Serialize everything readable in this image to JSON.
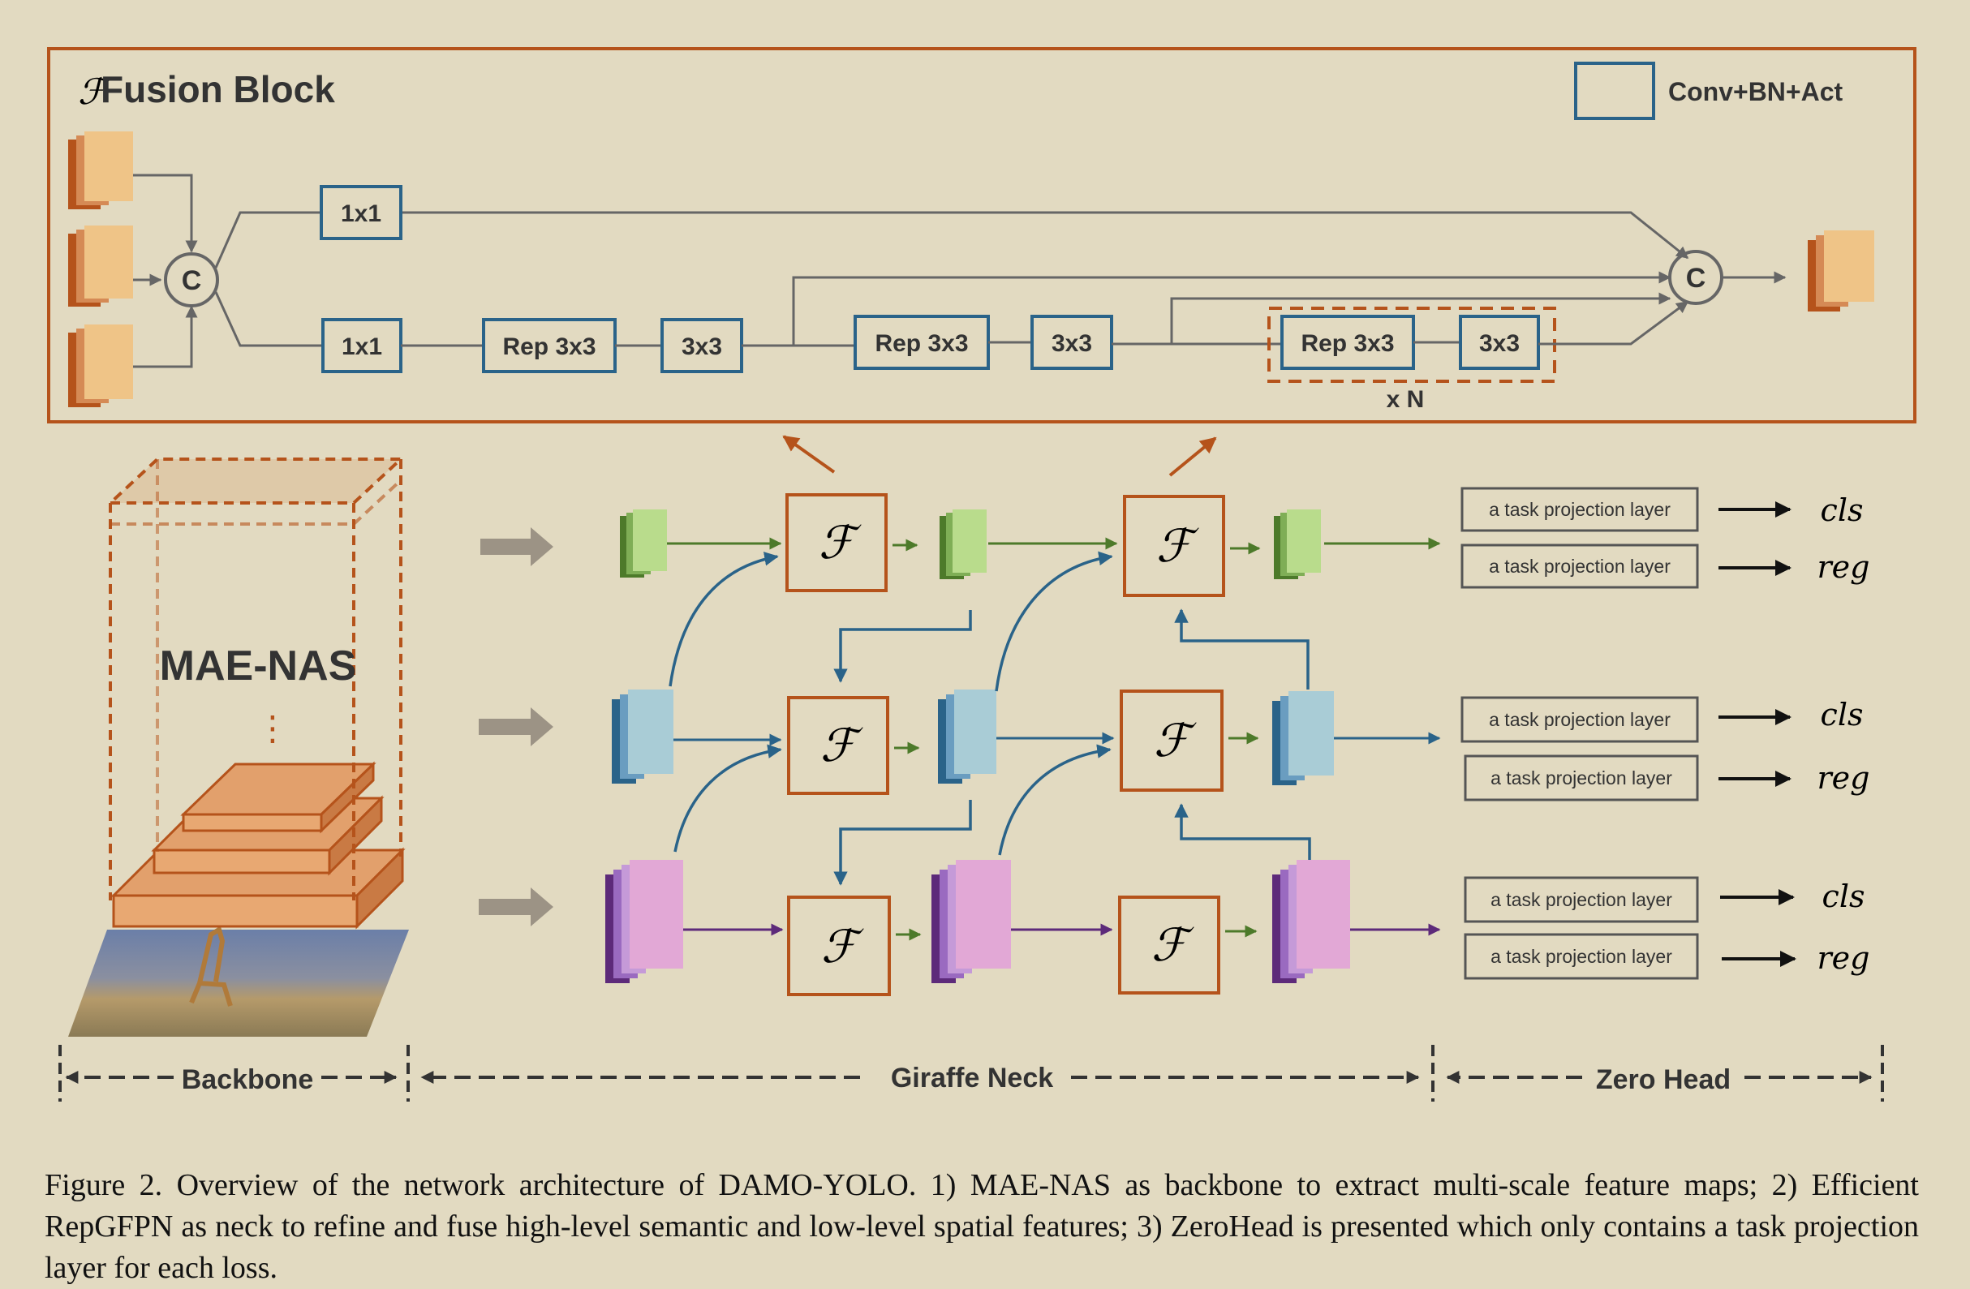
{
  "fusion_block": {
    "title": "Fusion Block",
    "title_script_letter": "ℱ",
    "legend_label": "Conv+BN+Act",
    "concat_symbol": "C",
    "repeat_label": "x N"
  },
  "fusion_modules": [
    {
      "label": "1x1"
    },
    {
      "label": "1x1"
    },
    {
      "label": "Rep 3x3"
    },
    {
      "label": "3x3"
    },
    {
      "label": "Rep 3x3"
    },
    {
      "label": "3x3"
    },
    {
      "label": "Rep 3x3"
    },
    {
      "label": "3x3"
    }
  ],
  "backbone": {
    "label": "MAE-NAS",
    "dots": "⋮"
  },
  "neck": {
    "fusion_symbol": "ℱ"
  },
  "heads": [
    {
      "label": "a task projection layer",
      "output": "cls"
    },
    {
      "label": "a task projection layer",
      "output": "reg"
    },
    {
      "label": "a task projection layer",
      "output": "cls"
    },
    {
      "label": "a task projection layer",
      "output": "reg"
    },
    {
      "label": "a task projection layer",
      "output": "cls"
    },
    {
      "label": "a task projection layer",
      "output": "reg"
    }
  ],
  "sections": {
    "backbone": "Backbone",
    "neck": "Giraffe Neck",
    "head": "Zero Head"
  },
  "caption": "Figure 2.  Overview of the network architecture of DAMO-YOLO. 1) MAE-NAS as backbone to extract multi-scale feature maps; 2) Efficient RepGFPN as neck to refine and fuse high-level semantic and low-level spatial features; 3) ZeroHead is presented which only contains a task projection layer for each loss.",
  "colors": {
    "background": "#e2dac1",
    "orange": "#b5531b",
    "blue": "#2a6389",
    "green": "#4d7a2a",
    "purple": "#5d2a7a",
    "red_symbol": "#d0191b"
  }
}
